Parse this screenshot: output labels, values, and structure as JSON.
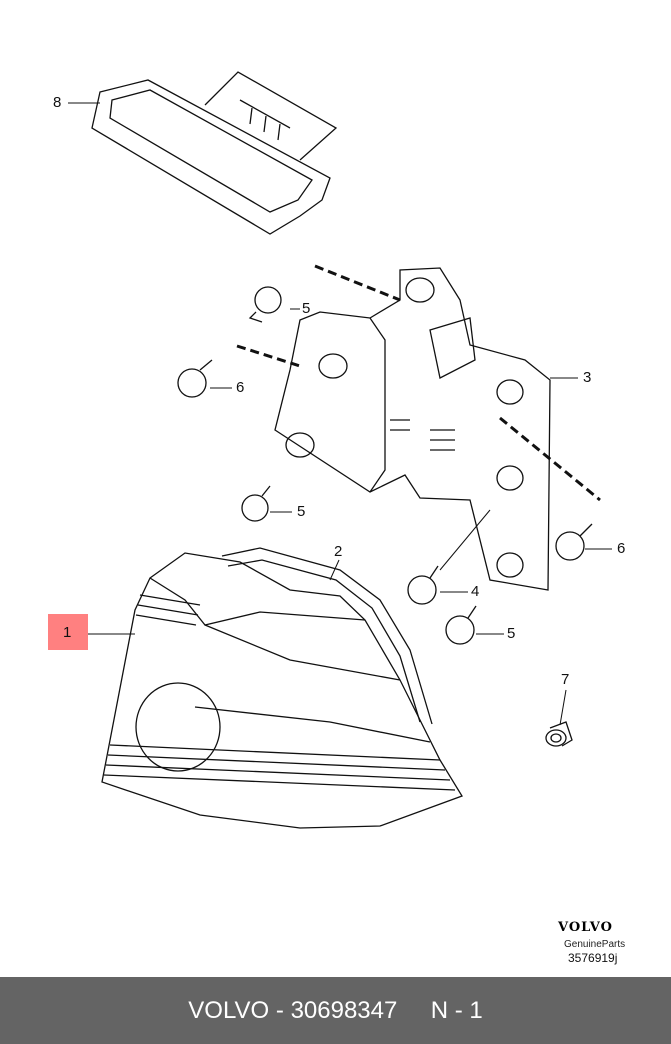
{
  "callouts": [
    {
      "label": "8"
    },
    {
      "label": "5"
    },
    {
      "label": "6"
    },
    {
      "label": "3"
    },
    {
      "label": "5"
    },
    {
      "label": "2"
    },
    {
      "label": "6"
    },
    {
      "label": "1"
    },
    {
      "label": "4"
    },
    {
      "label": "5"
    },
    {
      "label": "7"
    }
  ],
  "highlighted_part": "1",
  "brand": {
    "logo": "VOLVO",
    "subtitle": "GenuineParts",
    "diagram_code": "3576919j"
  },
  "footer": {
    "brand": "VOLVO",
    "separator": "-",
    "part_number": "30698347",
    "position": "N - 1"
  },
  "colors": {
    "highlight": "#ff8080",
    "footer_bg": "#646464"
  }
}
